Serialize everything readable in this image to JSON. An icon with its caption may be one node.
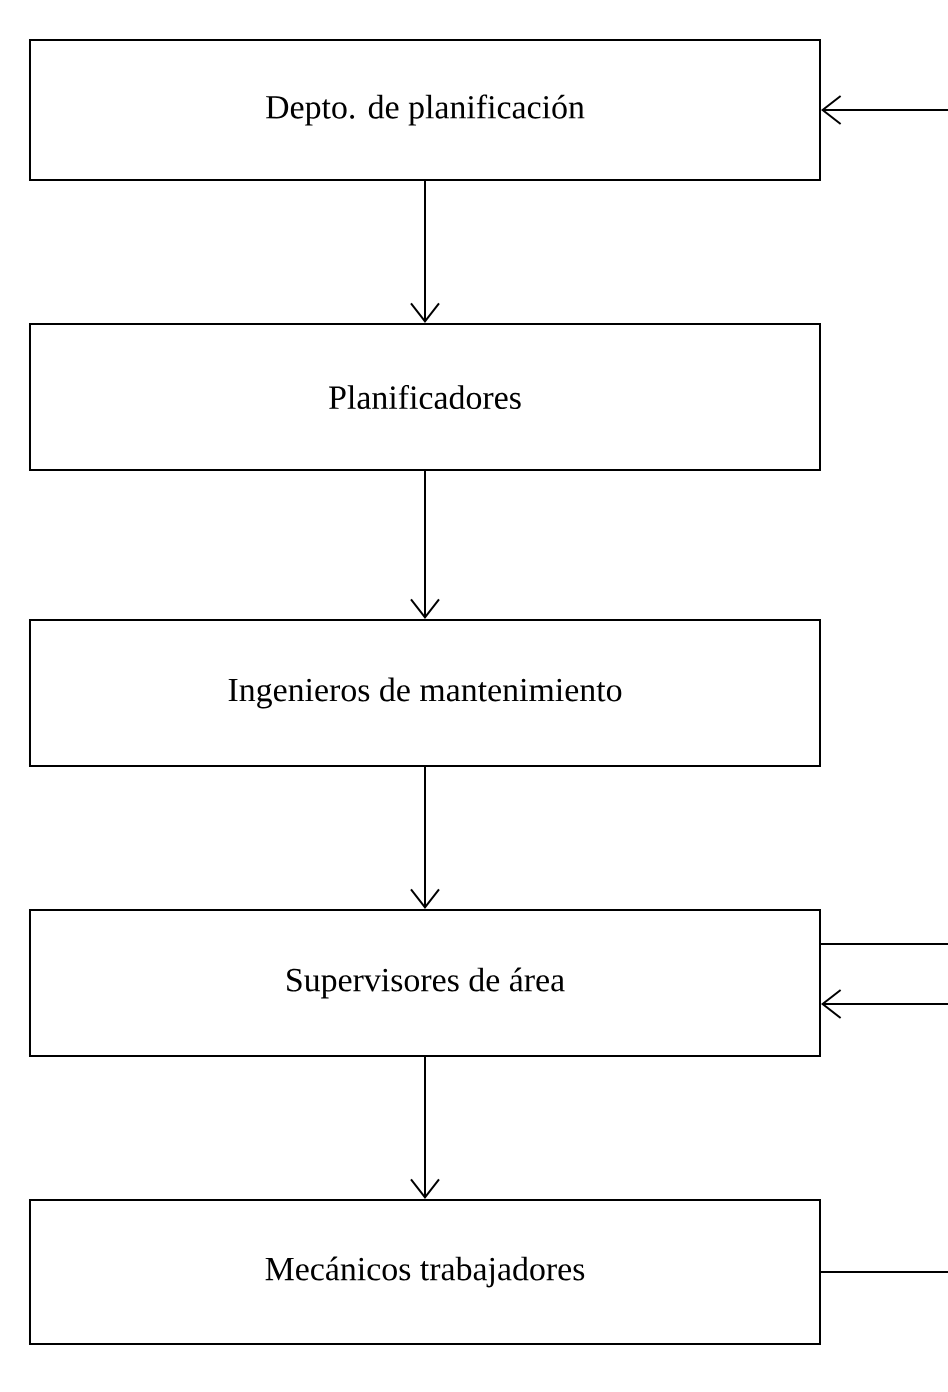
{
  "diagram": {
    "nodes": [
      {
        "text": [
          "Depto. de planificación"
        ]
      },
      {
        "text": [
          "Planificadores"
        ]
      },
      {
        "text": [
          "Ingenieros de mantenimiento"
        ]
      },
      {
        "text": [
          "Supervisores de área"
        ]
      },
      {
        "text": [
          "Mecánicos trabajadores"
        ]
      }
    ],
    "edges": [
      {
        "from": 0,
        "to": 1,
        "arrow": "to"
      },
      {
        "from": 1,
        "to": 2,
        "arrow": "to"
      },
      {
        "from": 2,
        "to": 3,
        "arrow": "to"
      },
      {
        "from": 3,
        "to": 4,
        "arrow": "to"
      },
      {
        "from": null,
        "to": 0,
        "arrow": "to"
      },
      {
        "from": 3,
        "to": null,
        "arrow": "none"
      },
      {
        "from": null,
        "to": 3,
        "arrow": "to"
      },
      {
        "from": 4,
        "to": null,
        "arrow": "none"
      }
    ]
  }
}
